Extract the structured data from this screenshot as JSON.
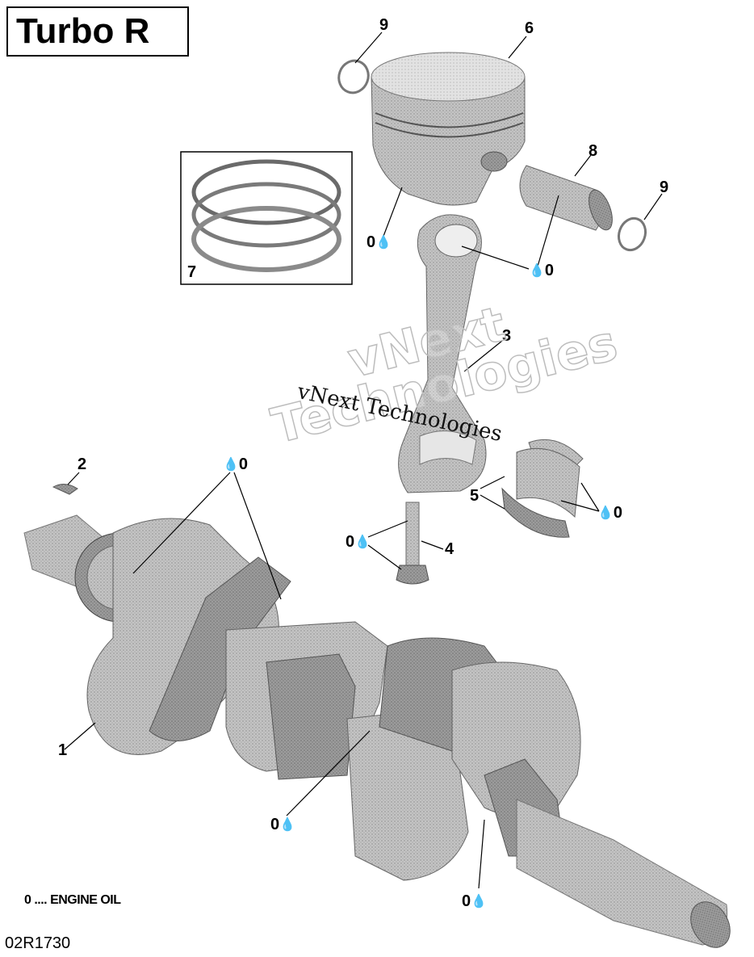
{
  "title": "Turbo R",
  "callouts": [
    "1",
    "2",
    "3",
    "4",
    "5",
    "6",
    "7",
    "8",
    "9"
  ],
  "oil_mark": "0",
  "drop_glyph": "💧",
  "legend": "0 .... ENGINE OIL",
  "diagram_code": "02R1730",
  "watermark": {
    "text": "vNext Technologies",
    "large_line1": "vNext",
    "large_line2": "Technologies"
  },
  "colors": {
    "part_fill": "#b8b8b8",
    "part_dark": "#8e8e8e",
    "line": "#000000"
  }
}
